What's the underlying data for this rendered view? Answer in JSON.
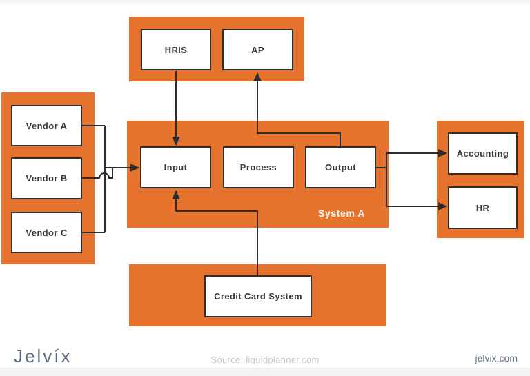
{
  "colors": {
    "container_orange": "#e5732d",
    "box_border": "#2e2e2e",
    "box_fill": "#ffffff",
    "line": "#2d2d2d",
    "box_text": "#3a3a3a",
    "system_label_text": "#ffffff",
    "footer_brand": "#5d6c7e",
    "footer_source": "#c5c8cc",
    "bottom_strip": "#f4f4f6"
  },
  "diagram": {
    "groups": {
      "top": {
        "boxes": {
          "hris": "HRIS",
          "ap": "AP"
        }
      },
      "vendors": {
        "boxes": {
          "vendor_a": "Vendor A",
          "vendor_b": "Vendor B",
          "vendor_c": "Vendor C"
        }
      },
      "system": {
        "label": "System A",
        "boxes": {
          "input": "Input",
          "process": "Process",
          "output": "Output"
        }
      },
      "destinations": {
        "boxes": {
          "accounting": "Accounting",
          "hr": "HR"
        }
      },
      "credit": {
        "boxes": {
          "credit_card_system": "Credit Card System"
        }
      }
    },
    "connections": [
      "HRIS -> Input",
      "Output -> AP",
      "Credit Card System -> Input",
      "Vendor A -> Input",
      "Vendor B -> Input",
      "Vendor C -> Input",
      "Output -> Accounting",
      "Output -> HR"
    ]
  },
  "footer": {
    "brand": "Jelvíx",
    "source": "Source: liquidplanner.com",
    "site": "jelvix.com"
  }
}
